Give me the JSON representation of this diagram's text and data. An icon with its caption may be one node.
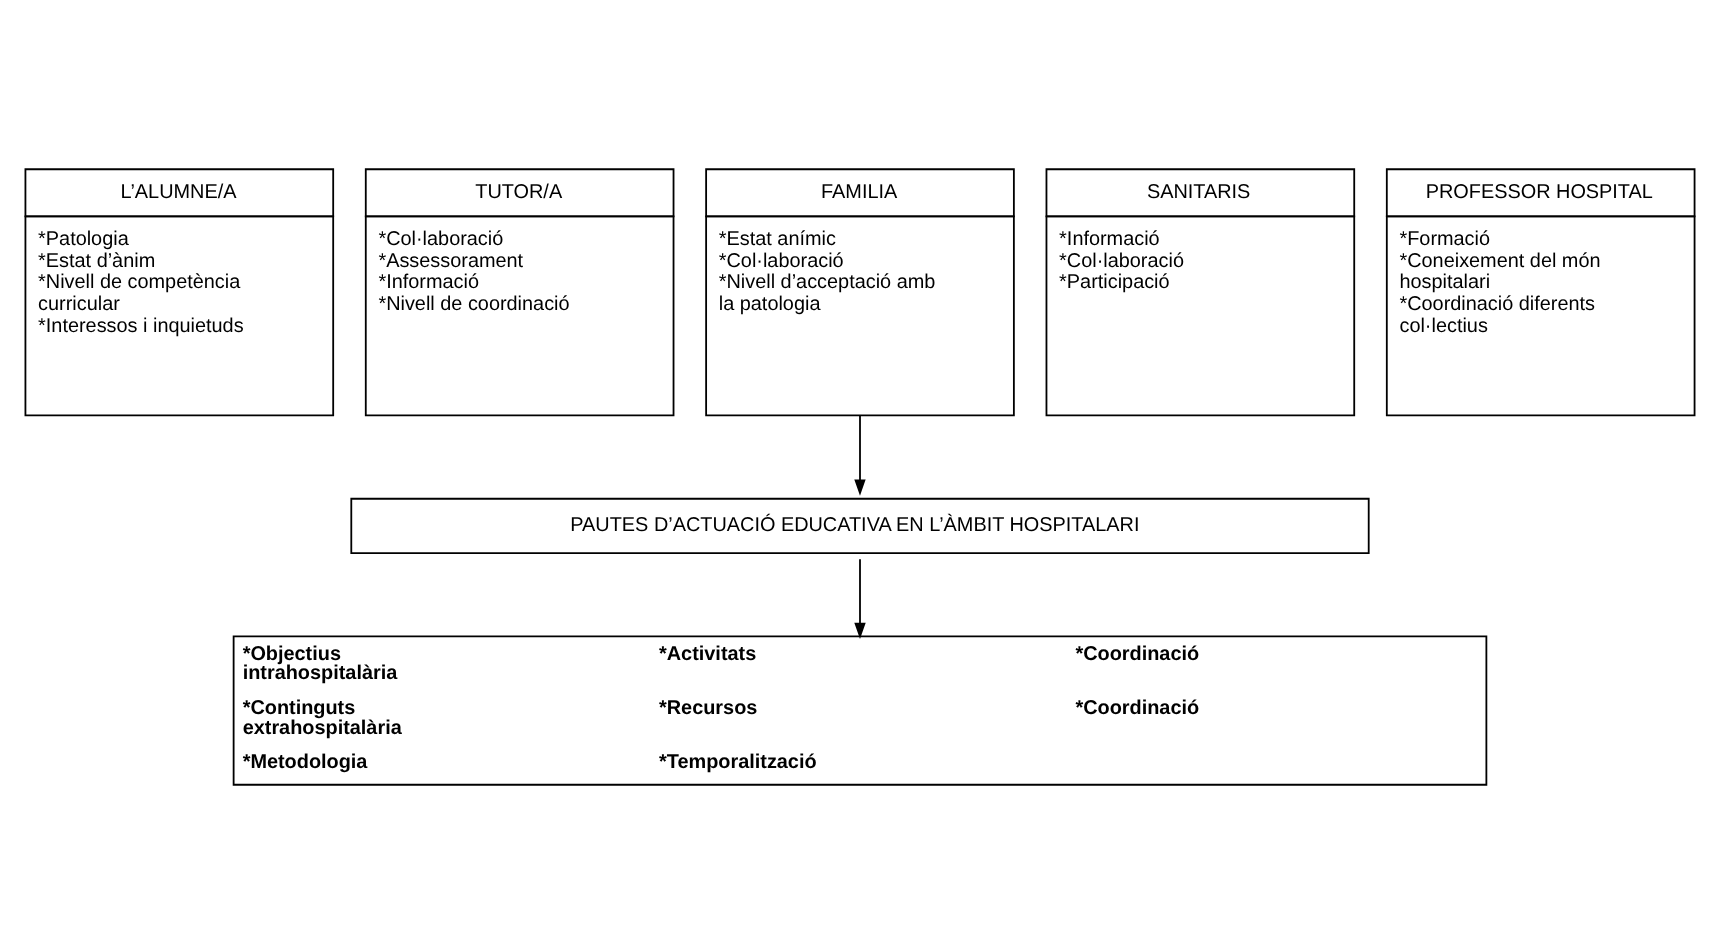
{
  "diagram": {
    "nodes": [
      {
        "text": [
          "L’ALUMNE/A",
          "*Patologia",
          "*Estat d’ànim",
          "*Nivell de competència curricular",
          "*Interessos i inquietuds"
        ]
      },
      {
        "text": [
          "TUTOR/A",
          "*Col·laboració",
          "*Assessorament",
          "*Informació",
          "*Nivell de coordinació"
        ]
      },
      {
        "text": [
          "FAMILIA",
          "*Estat anímic",
          "*Col·laboració",
          "*Nivell d’acceptació amb la patologia"
        ]
      },
      {
        "text": [
          "SANITARIS",
          "*Informació",
          "*Col·laboració",
          "*Participació"
        ]
      },
      {
        "text": [
          "PROFESSOR HOSPITAL",
          "*Formació",
          "*Coneixement del món hospitalari",
          "*Coordinació diferents col·lectius"
        ]
      },
      {
        "text": [
          "PAUTES D’ACTUACIÓ EDUCATIVA EN L’ÀMBIT HOSPITALARI"
        ]
      },
      {
        "text": [
          "*Objectius intrahospitalària",
          "*Activitats",
          "*Coordinació",
          "*Continguts extrahospitalària",
          "*Recursos",
          "*Coordinació",
          "*Metodologia",
          "*Temporalització"
        ]
      }
    ],
    "edges": [
      {
        "from": 2,
        "to": 5,
        "arrow": "to"
      },
      {
        "from": 5,
        "to": 6,
        "arrow": "to"
      }
    ]
  }
}
